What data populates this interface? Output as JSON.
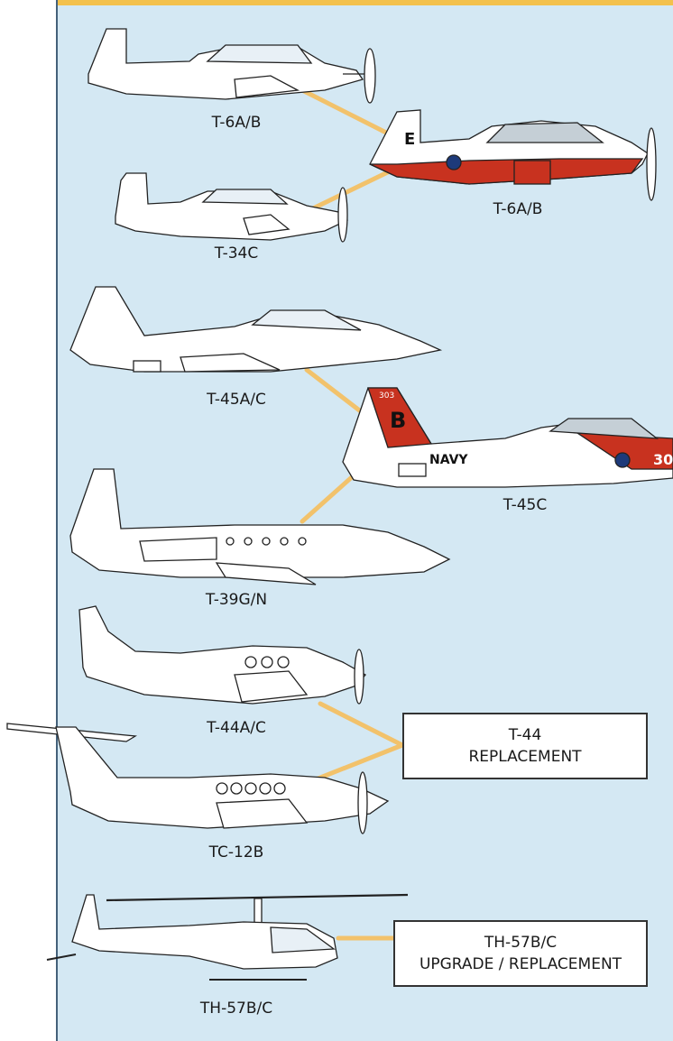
{
  "colors": {
    "background": "#d4e8f3",
    "header_bar": "#f3c14c",
    "connector": "#f2c26b",
    "navy_red": "#c8321f",
    "panel_border": "#44617a"
  },
  "aircraft_labels": {
    "t6ab_left": "T-6A/B",
    "t34c": "T-34C",
    "t6ab_right": "T-6A/B",
    "t45ac": "T-45A/C",
    "t45c": "T-45C",
    "t39gn": "T-39G/N",
    "t44ac": "T-44A/C",
    "tc12b": "TC-12B",
    "th57bc": "TH-57B/C"
  },
  "markings": {
    "tail_letter_t6": "E",
    "tail_letter_t45": "B",
    "navy_text": "NAVY",
    "tail_number": "303",
    "nose_number": "30"
  },
  "boxes": {
    "t44_line1": "T-44",
    "t44_line2": "REPLACEMENT",
    "th57_line1": "TH-57B/C",
    "th57_line2": "UPGRADE / REPLACEMENT"
  }
}
